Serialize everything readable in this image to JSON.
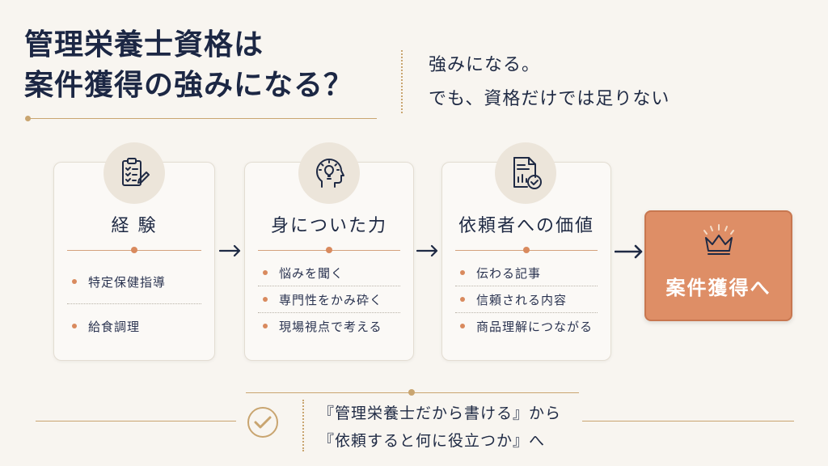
{
  "title": {
    "line1": "管理栄養士資格は",
    "line2": "案件獲得の強みになる？"
  },
  "intro": {
    "line1": "強みになる。",
    "line2": "でも、資格だけでは足りない"
  },
  "cards": [
    {
      "icon": "clipboard-checklist-icon",
      "title": "経 験",
      "items": [
        "特定保健指導",
        "給食調理"
      ]
    },
    {
      "icon": "head-lightbulb-icon",
      "title": "身についた力",
      "items": [
        "悩みを聞く",
        "専門性をかみ砕く",
        "現場視点で考える"
      ]
    },
    {
      "icon": "document-chart-check-icon",
      "title": "依頼者への価値",
      "items": [
        "伝わる記事",
        "信頼される内容",
        "商品理解につながる"
      ]
    }
  ],
  "goal": {
    "icon": "crown-icon",
    "label": "案件獲得へ"
  },
  "conclusion": {
    "icon": "check-circle-icon",
    "line1": "『管理栄養士だから書ける』から",
    "line2": "『依頼すると何に役立つか』へ"
  },
  "colors": {
    "navy": "#1f2a44",
    "gold": "#c9a570",
    "accent": "#de8e66",
    "background": "#f8f5f0"
  }
}
